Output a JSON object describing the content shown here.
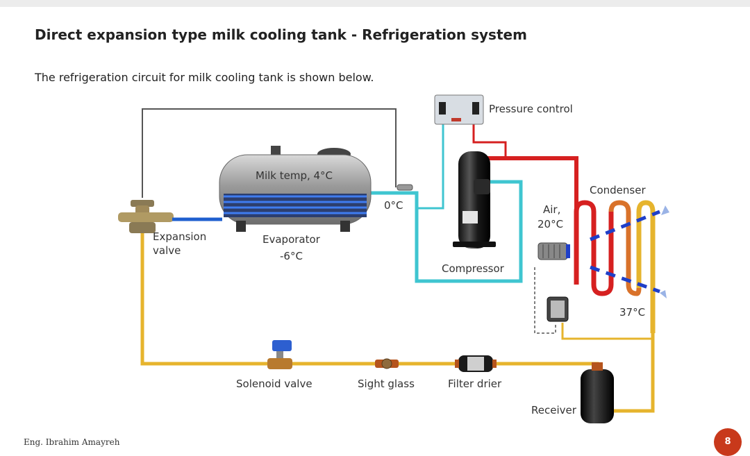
{
  "header": {
    "title": "Direct expansion type milk cooling tank - Refrigeration system",
    "subtitle": "The refrigeration circuit for milk cooling tank is shown below."
  },
  "diagram": {
    "pressure_control": "Pressure control",
    "condenser": "Condenser",
    "air_line1": "Air,",
    "air_line2": "20°C",
    "milk_temp": "Milk temp, 4°C",
    "evaporator_outlet_temp": "0°C",
    "expansion_line1": "Expansion",
    "expansion_line2": "valve",
    "evaporator": "Evaporator",
    "evaporator_temp": "-6°C",
    "compressor": "Compressor",
    "condenser_temp": "37°C",
    "solenoid_valve": "Solenoid valve",
    "sight_glass": "Sight glass",
    "filter_drier": "Filter drier",
    "receiver": "Receiver"
  },
  "footer": {
    "author": "Eng. Ibrahim Amayreh",
    "page": "8"
  },
  "colors": {
    "liquid_line": "#e6b42d",
    "suction_line": "#3fc5d0",
    "discharge_line": "#d62020",
    "evaporator_coil": "#1f5fcf",
    "page_badge": "#c8391b"
  }
}
